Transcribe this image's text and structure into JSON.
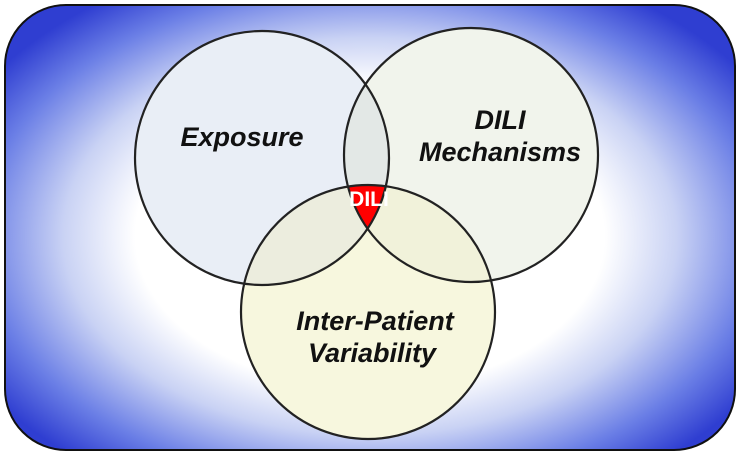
{
  "diagram": {
    "circles": [
      {
        "id": "exposure",
        "lines": [
          "Exposure"
        ],
        "fill": "#e9eef6"
      },
      {
        "id": "mechanisms",
        "lines": [
          "DILI",
          "Mechanisms"
        ],
        "fill": "#f1f4ec"
      },
      {
        "id": "variability",
        "lines": [
          "Inter-Patient",
          "Variability"
        ],
        "fill": "#f7f7de"
      }
    ],
    "center": {
      "label": "DILI",
      "fill": "#ff0000"
    },
    "colors": {
      "border_outer": "#2f3ed1",
      "circle_stroke": "#222222"
    }
  }
}
